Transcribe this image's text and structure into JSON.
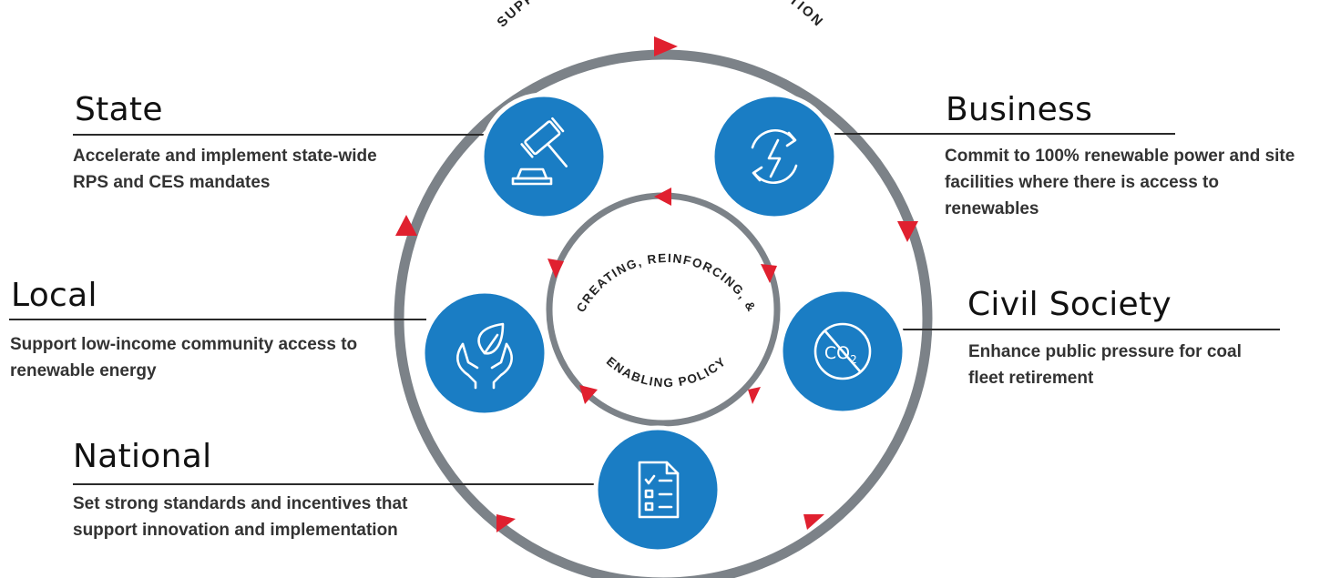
{
  "outer_ring_label": "SUPPORTING AMBITIOUS CLIMATE ACTION",
  "inner_ring_top_label": "CREATING, REINFORCING, &",
  "inner_ring_bottom_label": "ENABLING POLICY",
  "co2_label": "CO",
  "co2_subscript": "2",
  "colors": {
    "node_blue": "#1a7dc4",
    "ring_gray": "#7c8288",
    "arrow_red": "#e0202f"
  },
  "actors": [
    {
      "id": "state",
      "title": "State",
      "text": "Accelerate and implement state-wide RPS and CES mandates",
      "icon": "gavel-icon"
    },
    {
      "id": "business",
      "title": "Business",
      "text": "Commit to 100% renewable power and site facilities where there is access to renewables",
      "icon": "renewable-energy-cycle-icon"
    },
    {
      "id": "local",
      "title": "Local",
      "text": "Support low-income community access to renewable energy",
      "icon": "hands-leaf-icon"
    },
    {
      "id": "civil_society",
      "title": "Civil Society",
      "text": "Enhance public pressure for coal fleet retirement",
      "icon": "no-co2-icon"
    },
    {
      "id": "national",
      "title": "National",
      "text": "Set strong standards and incentives that support innovation and implementation",
      "icon": "checklist-document-icon"
    }
  ]
}
